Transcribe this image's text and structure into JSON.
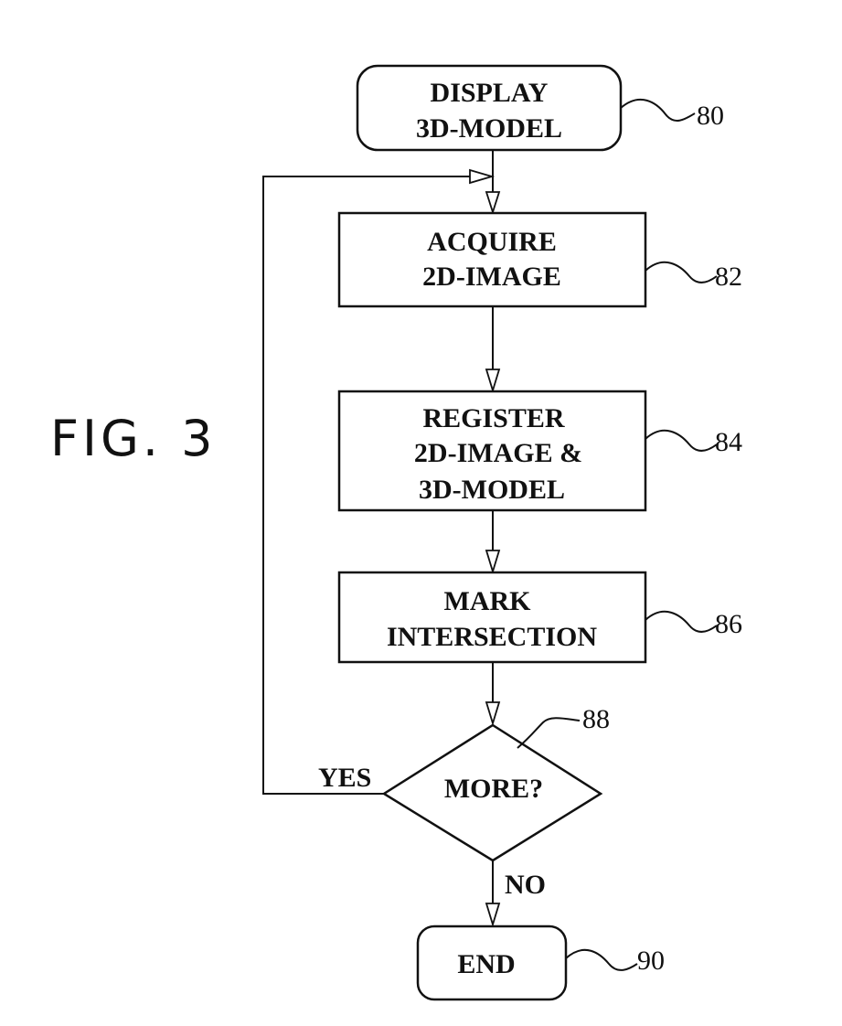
{
  "figure": {
    "title": "FIG. 3"
  },
  "nodes": {
    "display": {
      "lines": [
        "DISPLAY",
        "3D-MODEL"
      ],
      "ref": "80"
    },
    "acquire": {
      "lines": [
        "ACQUIRE",
        "2D-IMAGE"
      ],
      "ref": "82"
    },
    "register": {
      "lines": [
        "REGISTER",
        "2D-IMAGE &",
        "3D-MODEL"
      ],
      "ref": "84"
    },
    "mark": {
      "lines": [
        "MARK",
        "INTERSECTION"
      ],
      "ref": "86"
    },
    "decision": {
      "lines": [
        "MORE?"
      ],
      "ref": "88"
    },
    "end": {
      "lines": [
        "END"
      ],
      "ref": "90"
    }
  },
  "edges": {
    "yes_label": "YES",
    "no_label": "NO"
  }
}
